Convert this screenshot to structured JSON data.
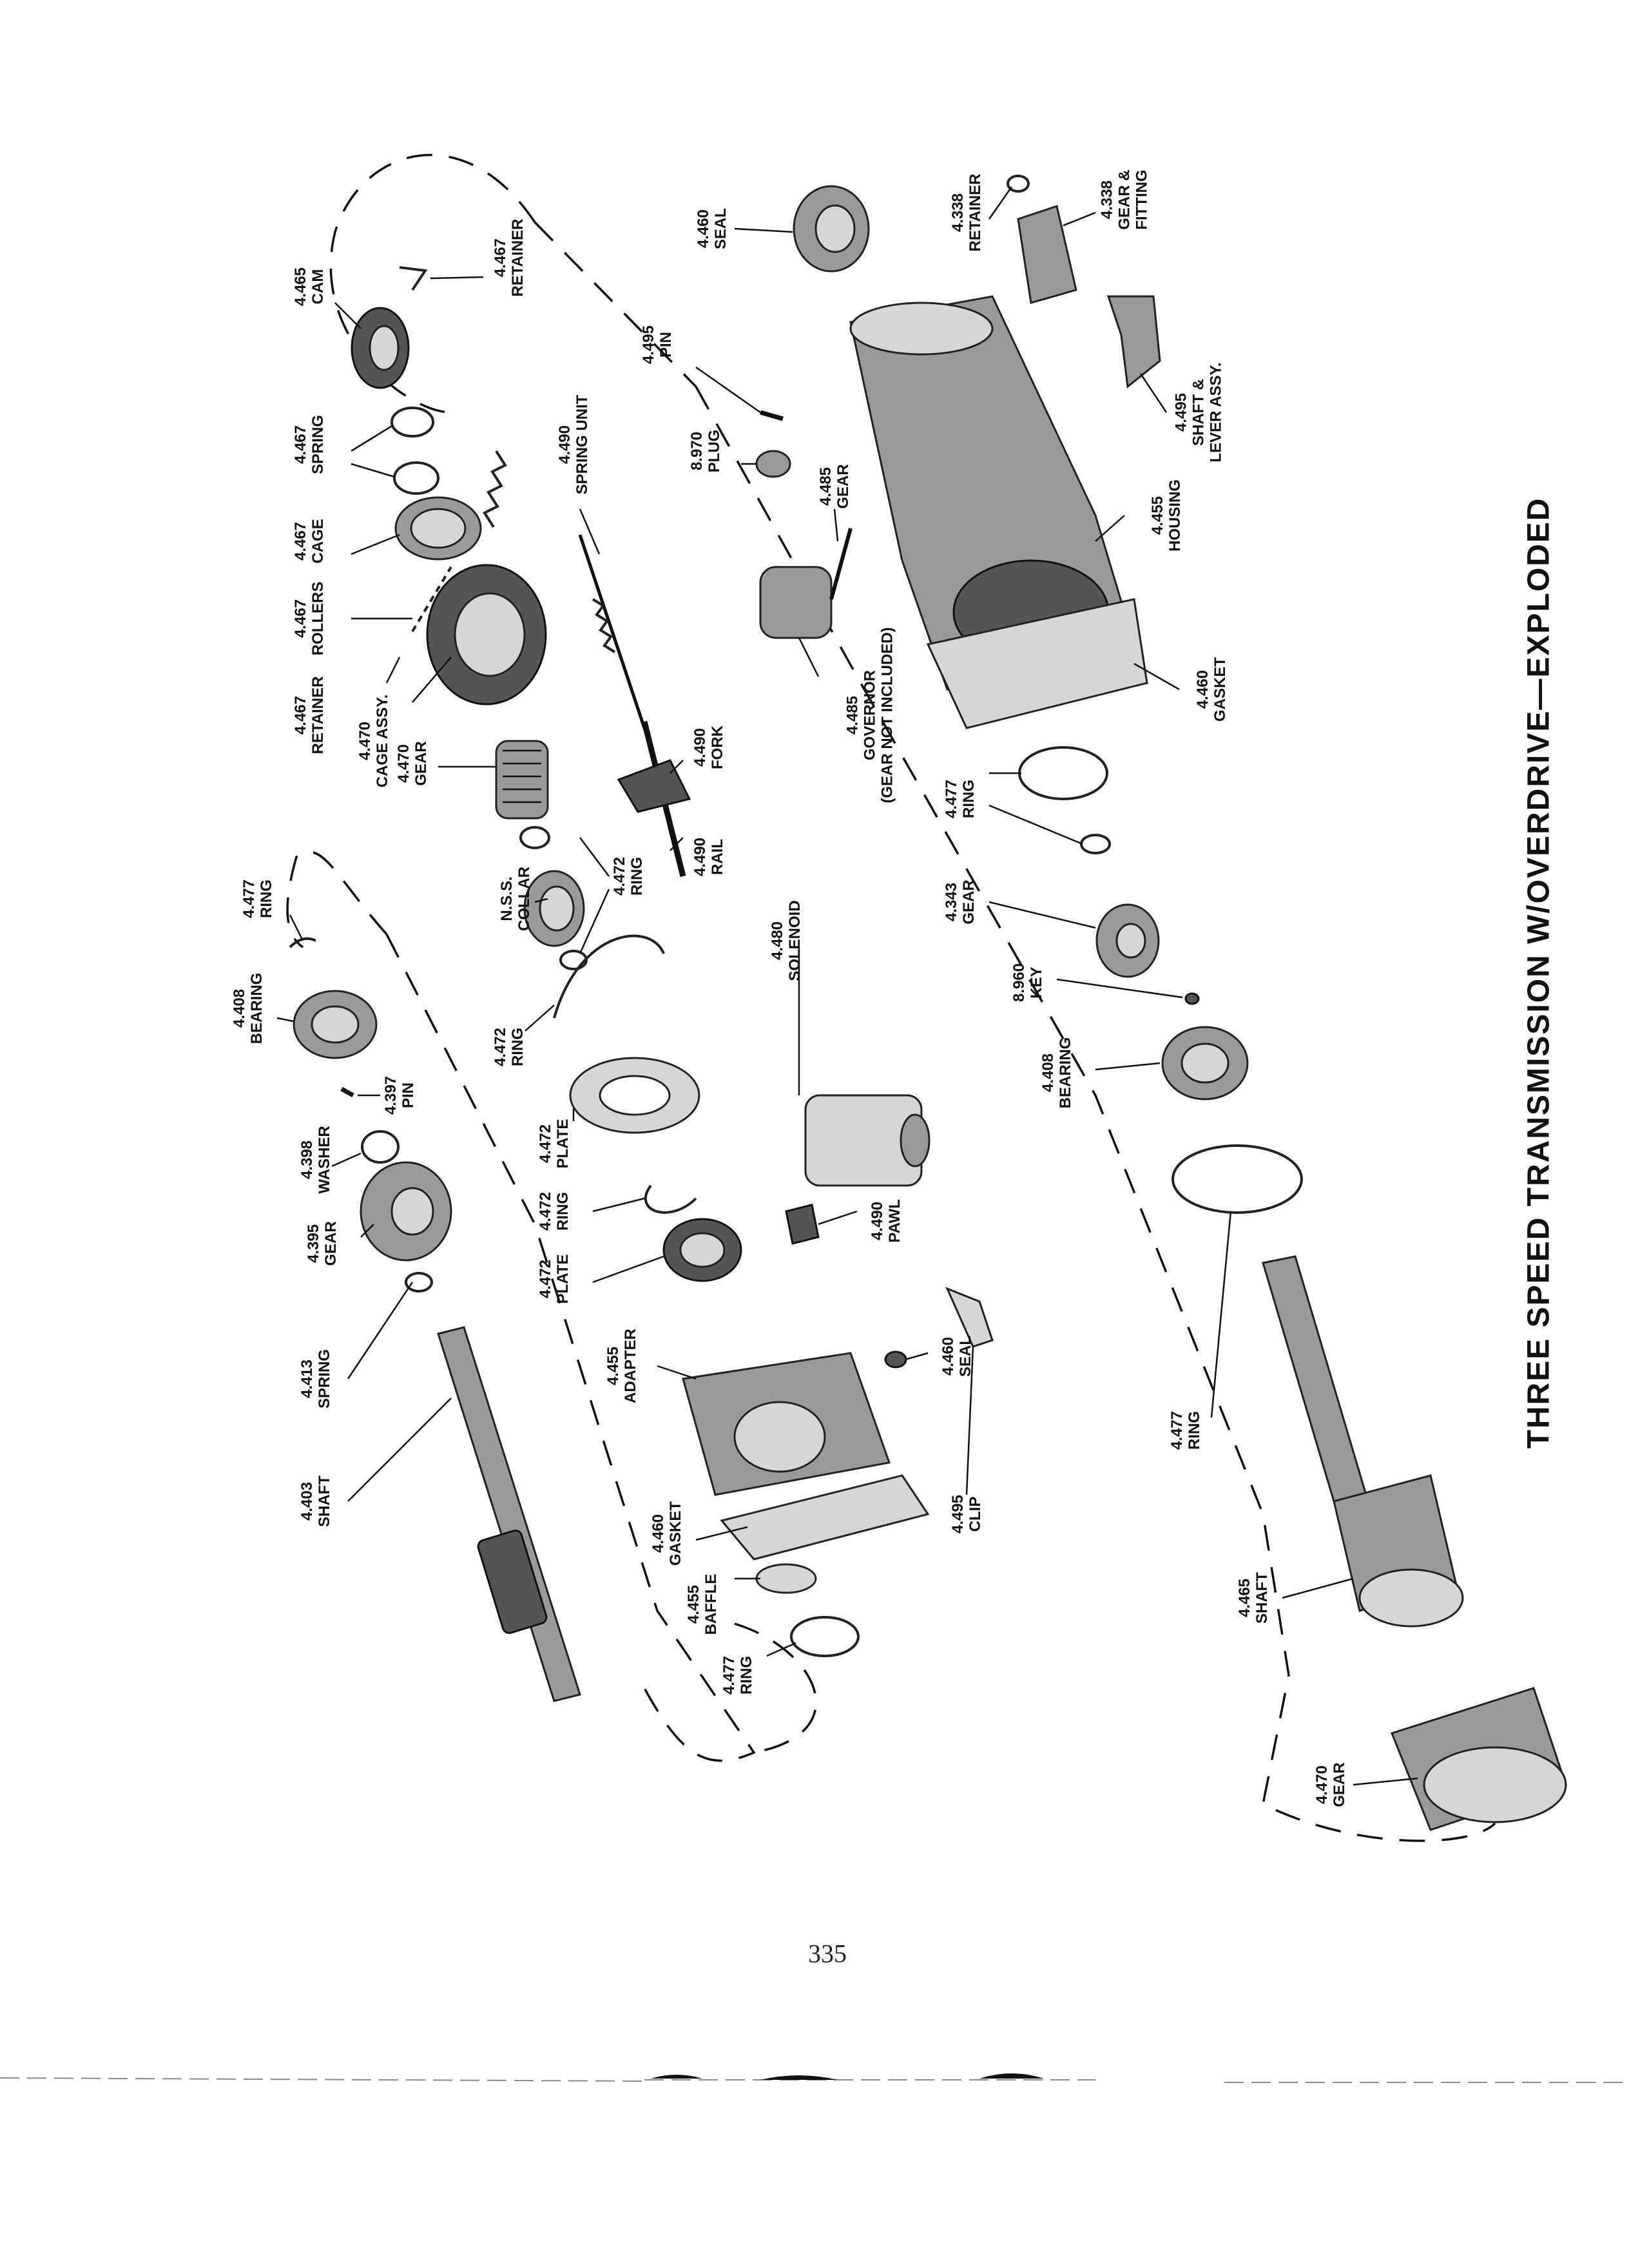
{
  "diagram": {
    "title": "THREE SPEED TRANSMISSION W/OVERDRIVE—EXPLODED",
    "page_number": "335",
    "callouts": [
      {
        "id": "4-465-cam",
        "number": "4.465",
        "name": "CAM"
      },
      {
        "id": "4-467-retainer-top",
        "number": "4.467",
        "name": "RETAINER"
      },
      {
        "id": "4-467-spring",
        "number": "4.467",
        "name": "SPRING"
      },
      {
        "id": "4-467-cage",
        "number": "4.467",
        "name": "CAGE"
      },
      {
        "id": "4-467-rollers",
        "number": "4.467",
        "name": "ROLLERS"
      },
      {
        "id": "4-467-retainer-cage",
        "number": "4.467",
        "name": "RETAINER"
      },
      {
        "id": "4-470-cage-assy",
        "number": "4.470",
        "name": "CAGE ASSY."
      },
      {
        "id": "4-470-gear",
        "number": "4.470",
        "name": "GEAR"
      },
      {
        "id": "4-490-spring-unit",
        "number": "4.490",
        "name": "SPRING UNIT"
      },
      {
        "id": "4-490-fork",
        "number": "4.490",
        "name": "FORK"
      },
      {
        "id": "4-490-rail",
        "number": "4.490",
        "name": "RAIL"
      },
      {
        "id": "4-472-ring-upper",
        "number": "4.472",
        "name": "RING"
      },
      {
        "id": "nss-collar",
        "number": "N.S.S.",
        "name": "COLLAR"
      },
      {
        "id": "4-477-ring-upper",
        "number": "4.477",
        "name": "RING"
      },
      {
        "id": "4-408-bearing-left",
        "number": "4.408",
        "name": "BEARING"
      },
      {
        "id": "4-472-ring-mid",
        "number": "4.472",
        "name": "RING"
      },
      {
        "id": "4-397-pin",
        "number": "4.397",
        "name": "PIN"
      },
      {
        "id": "4-472-plate-upper",
        "number": "4.472",
        "name": "PLATE"
      },
      {
        "id": "4-398-washer",
        "number": "4.398",
        "name": "WASHER"
      },
      {
        "id": "4-472-ring-lower",
        "number": "4.472",
        "name": "RING"
      },
      {
        "id": "4-395-gear",
        "number": "4.395",
        "name": "GEAR"
      },
      {
        "id": "4-472-plate-lower",
        "number": "4.472",
        "name": "PLATE"
      },
      {
        "id": "4-413-spring",
        "number": "4.413",
        "name": "SPRING"
      },
      {
        "id": "4-403-shaft",
        "number": "4.403",
        "name": "SHAFT"
      },
      {
        "id": "4-455-adapter",
        "number": "4.455",
        "name": "ADAPTER"
      },
      {
        "id": "4-460-gasket-adapter",
        "number": "4.460",
        "name": "GASKET"
      },
      {
        "id": "4-455-baffle",
        "number": "4.455",
        "name": "BAFFLE"
      },
      {
        "id": "4-477-ring-bottom",
        "number": "4.477",
        "name": "RING"
      },
      {
        "id": "4-480-solenoid",
        "number": "4.480",
        "name": "SOLENOID"
      },
      {
        "id": "4-490-pawl",
        "number": "4.490",
        "name": "PAWL"
      },
      {
        "id": "4-460-seal-small",
        "number": "4.460",
        "name": "SEAL"
      },
      {
        "id": "4-495-clip",
        "number": "4.495",
        "name": "CLIP"
      },
      {
        "id": "4-460-seal-top",
        "number": "4.460",
        "name": "SEAL"
      },
      {
        "id": "4-495-pin",
        "number": "4.495",
        "name": "PIN"
      },
      {
        "id": "8-970-plug",
        "number": "8.970",
        "name": "PLUG"
      },
      {
        "id": "4-485-gear",
        "number": "4.485",
        "name": "GEAR"
      },
      {
        "id": "4-485-governor",
        "number": "4.485",
        "name": "GOVERNOR",
        "note": "(GEAR NOT INCLUDED)"
      },
      {
        "id": "4-338-retainer",
        "number": "4.338",
        "name": "RETAINER"
      },
      {
        "id": "4-338-gear-fitting",
        "number": "4.338",
        "name": "GEAR &",
        "name2": "FITTING"
      },
      {
        "id": "4-495-shaft-lever",
        "number": "4.495",
        "name": "SHAFT &",
        "name2": "LEVER ASSY."
      },
      {
        "id": "4-455-housing",
        "number": "4.455",
        "name": "HOUSING"
      },
      {
        "id": "4-460-gasket-housing",
        "number": "4.460",
        "name": "GASKET"
      },
      {
        "id": "4-477-ring-right",
        "number": "4.477",
        "name": "RING"
      },
      {
        "id": "4-343-gear",
        "number": "4.343",
        "name": "GEAR"
      },
      {
        "id": "8-960-key",
        "number": "8.960",
        "name": "KEY"
      },
      {
        "id": "4-408-bearing-right",
        "number": "4.408",
        "name": "BEARING"
      },
      {
        "id": "4-477-ring-lower-right",
        "number": "4.477",
        "name": "RING"
      },
      {
        "id": "4-465-shaft",
        "number": "4.465",
        "name": "SHAFT"
      },
      {
        "id": "4-470-gear-bottom",
        "number": "4.470",
        "name": "GEAR"
      }
    ]
  }
}
